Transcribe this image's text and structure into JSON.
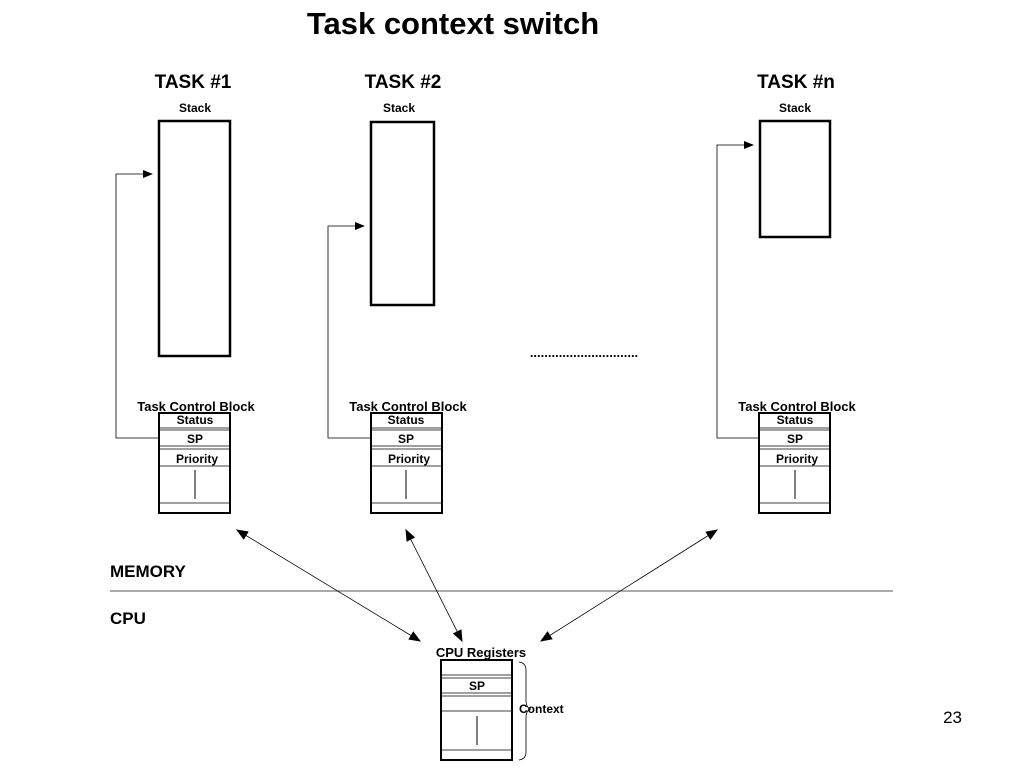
{
  "title": "Task context switch",
  "tasks": [
    {
      "name": "TASK #1",
      "stack_label": "Stack",
      "tcb_label": "Task Control Block",
      "fields": [
        "Status",
        "SP",
        "Priority"
      ]
    },
    {
      "name": "TASK #2",
      "stack_label": "Stack",
      "tcb_label": "Task Control Block",
      "fields": [
        "Status",
        "SP",
        "Priority"
      ]
    },
    {
      "name": "TASK #n",
      "stack_label": "Stack",
      "tcb_label": "Task Control Block",
      "fields": [
        "Status",
        "SP",
        "Priority"
      ]
    }
  ],
  "ellipsis": "..............................",
  "memory_label": "MEMORY",
  "cpu_label": "CPU",
  "cpu_registers": {
    "label": "CPU Registers",
    "sp": "SP",
    "context": "Context"
  },
  "page_number": "23"
}
